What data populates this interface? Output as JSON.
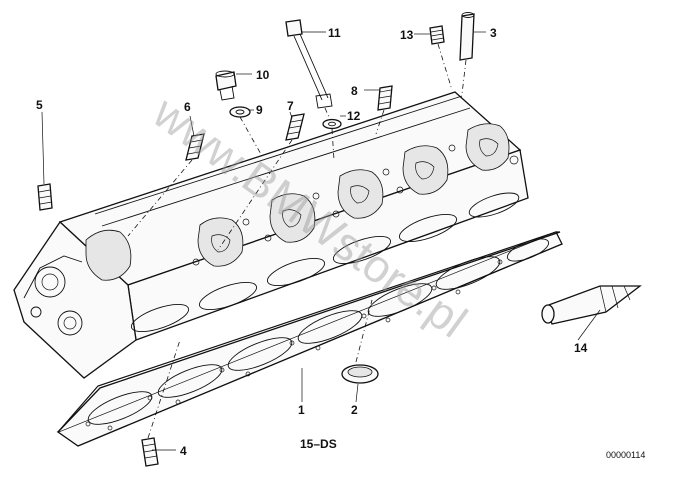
{
  "diagram": {
    "callouts": [
      {
        "id": "c1",
        "text": "1"
      },
      {
        "id": "c2",
        "text": "2"
      },
      {
        "id": "c3",
        "text": "3"
      },
      {
        "id": "c4",
        "text": "4"
      },
      {
        "id": "c5",
        "text": "5"
      },
      {
        "id": "c6",
        "text": "6"
      },
      {
        "id": "c7",
        "text": "7"
      },
      {
        "id": "c8",
        "text": "8"
      },
      {
        "id": "c9",
        "text": "9"
      },
      {
        "id": "c10",
        "text": "10"
      },
      {
        "id": "c11",
        "text": "11"
      },
      {
        "id": "c12",
        "text": "12"
      },
      {
        "id": "c13",
        "text": "13"
      },
      {
        "id": "c14",
        "text": "14"
      }
    ],
    "set_label": "15–DS",
    "image_number": "00000114",
    "watermark": "www.BMWstore.pl"
  }
}
